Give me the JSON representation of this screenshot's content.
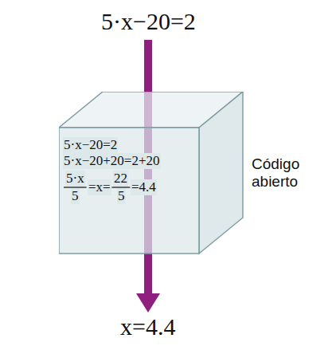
{
  "diagram": {
    "nodes": [
      {
        "text": [
          "5·x−20=2",
          "5·x−20+20=2+20",
          "5·x",
          "5",
          "=x=",
          "22",
          "5",
          "=4.4",
          "Código abierto"
        ]
      }
    ],
    "labels": [
      "5·x−20=2",
      "x=4.4"
    ]
  }
}
